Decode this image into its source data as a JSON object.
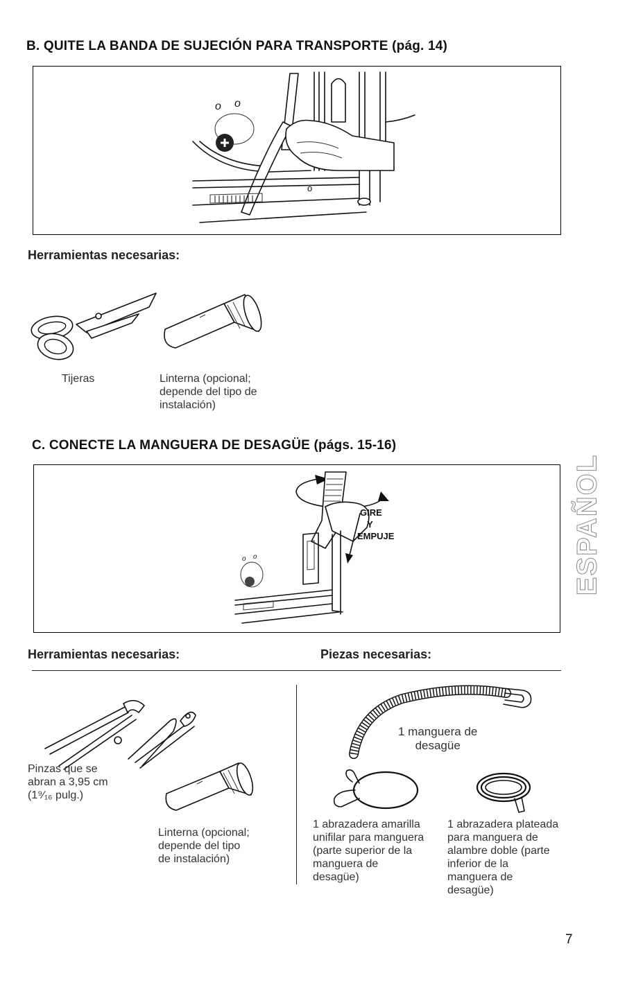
{
  "sectionB": {
    "title": "B. QUITE LA BANDA DE SUJECIÓN PARA TRANSPORTE (pág. 14)",
    "tools_heading": "Herramientas necesarias:",
    "tools": [
      {
        "label": "Tijeras",
        "icon": "scissors-icon"
      },
      {
        "label": "Linterna (opcional;\ndepende del tipo de\ninstalación)",
        "icon": "flashlight-icon"
      }
    ]
  },
  "sectionC": {
    "title": "C. CONECTE LA MANGUERA DE DESAGÜE (págs. 15-16)",
    "illustration_labels": {
      "l1": "GIRE",
      "l2": "Y",
      "l3": "EMPUJE"
    },
    "tools_heading": "Herramientas necesarias:",
    "parts_heading": "Piezas necesarias:",
    "tools": [
      {
        "label": "Pinzas que se\nabran a 3,95 cm\n(1⁹⁄₁₆ pulg.)",
        "icon": "pliers-icon"
      },
      {
        "label": "Linterna (opcional;\ndepende del tipo\nde instalación)",
        "icon": "flashlight-icon"
      }
    ],
    "parts": [
      {
        "label": "1 manguera de\ndesagüe",
        "icon": "drain-hose-icon"
      },
      {
        "label": "1 abrazadera amarilla\nunifilar para manguera\n(parte superior de la\nmanguera de\ndesagüe)",
        "icon": "single-wire-clamp-icon"
      },
      {
        "label": "1 abrazadera plateada\npara manguera de\nalambre doble (parte\ninferior de la\nmanguera de\ndesagüe)",
        "icon": "double-wire-clamp-icon"
      }
    ]
  },
  "page_number": "7",
  "side_stamp": "ESPAÑOL"
}
